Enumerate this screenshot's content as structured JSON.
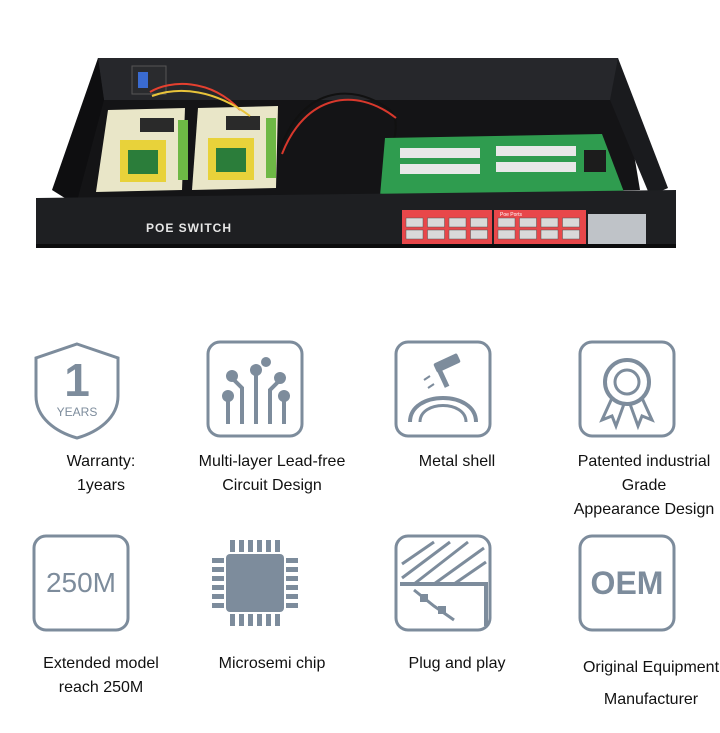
{
  "product": {
    "panel_label": "POE SWITCH",
    "port_label": "Poe Ports"
  },
  "colors": {
    "icon_stroke": "#7d8c9c",
    "icon_fill": "#7d8c9c",
    "port_red": "#e8474a",
    "chassis": "#1e1f22",
    "pcb_green": "#2f9c4f"
  },
  "features": [
    {
      "icon": "warranty-shield-icon",
      "icon_text": [
        "1",
        "YEARS"
      ],
      "lines": [
        "Warranty:",
        "1years"
      ]
    },
    {
      "icon": "circuit-icon",
      "lines": [
        "Multi-layer Lead-free",
        "Circuit Design"
      ]
    },
    {
      "icon": "metal-shell-icon",
      "lines": [
        "Metal shell"
      ]
    },
    {
      "icon": "award-ribbon-icon",
      "lines": [
        "Patented industrial",
        "Grade",
        "Appearance Design"
      ]
    },
    {
      "icon": "range-250m-icon",
      "icon_text": [
        "250M"
      ],
      "lines": [
        "Extended model",
        "reach 250M"
      ]
    },
    {
      "icon": "chip-icon",
      "lines": [
        "Microsemi chip"
      ]
    },
    {
      "icon": "plug-icon",
      "lines": [
        "Plug and play"
      ]
    },
    {
      "icon": "oem-icon",
      "icon_text": [
        "OEM"
      ],
      "lines": [
        "Original Equipment",
        "Manufacturer"
      ]
    }
  ]
}
